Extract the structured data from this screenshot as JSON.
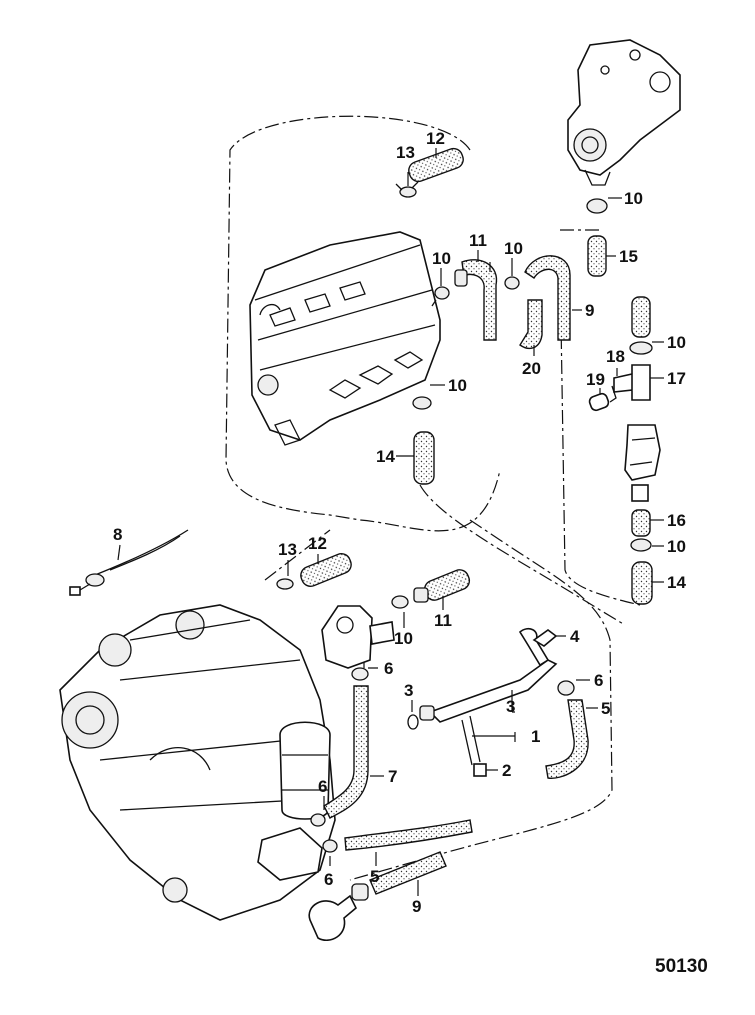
{
  "figure_number": "50130",
  "callouts": [
    {
      "label": "13"
    },
    {
      "label": "12"
    },
    {
      "label": "10"
    },
    {
      "label": "11"
    },
    {
      "label": "10"
    },
    {
      "label": "10"
    },
    {
      "label": "15"
    },
    {
      "label": "9"
    },
    {
      "label": "20"
    },
    {
      "label": "10"
    },
    {
      "label": "19"
    },
    {
      "label": "18"
    },
    {
      "label": "17"
    },
    {
      "label": "10"
    },
    {
      "label": "14"
    },
    {
      "label": "16"
    },
    {
      "label": "10"
    },
    {
      "label": "14"
    },
    {
      "label": "8"
    },
    {
      "label": "13"
    },
    {
      "label": "12"
    },
    {
      "label": "10"
    },
    {
      "label": "11"
    },
    {
      "label": "4"
    },
    {
      "label": "6"
    },
    {
      "label": "3"
    },
    {
      "label": "6"
    },
    {
      "label": "5"
    },
    {
      "label": "3"
    },
    {
      "label": "1"
    },
    {
      "label": "2"
    },
    {
      "label": "7"
    },
    {
      "label": "6"
    },
    {
      "label": "6"
    },
    {
      "label": "5"
    },
    {
      "label": "9"
    }
  ]
}
